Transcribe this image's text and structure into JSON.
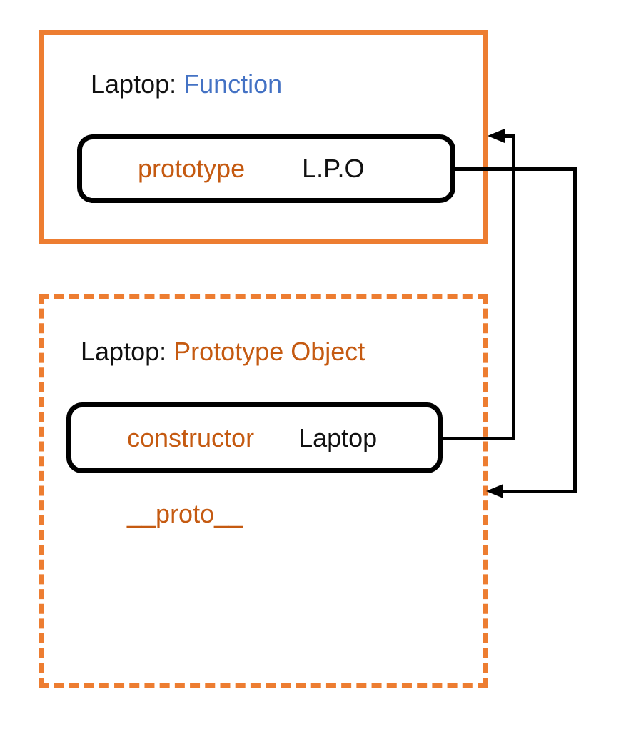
{
  "diagram": {
    "function_box": {
      "name_label": "Laptop:",
      "type_label": "Function",
      "property_pill": {
        "key": "prototype",
        "value": "L.P.O"
      }
    },
    "prototype_object_box": {
      "name_label": "Laptop:",
      "type_label": "Prototype Object",
      "property_pill": {
        "key": "constructor",
        "value": "Laptop"
      },
      "proto_label": "__proto__"
    },
    "colors": {
      "box_border_orange": "#ED7D31",
      "property_text_orange": "#C55A11",
      "function_text_blue": "#4472C4",
      "arrow_black": "#000000"
    },
    "icons": {
      "arrowhead": "left-arrowhead-icon"
    }
  }
}
